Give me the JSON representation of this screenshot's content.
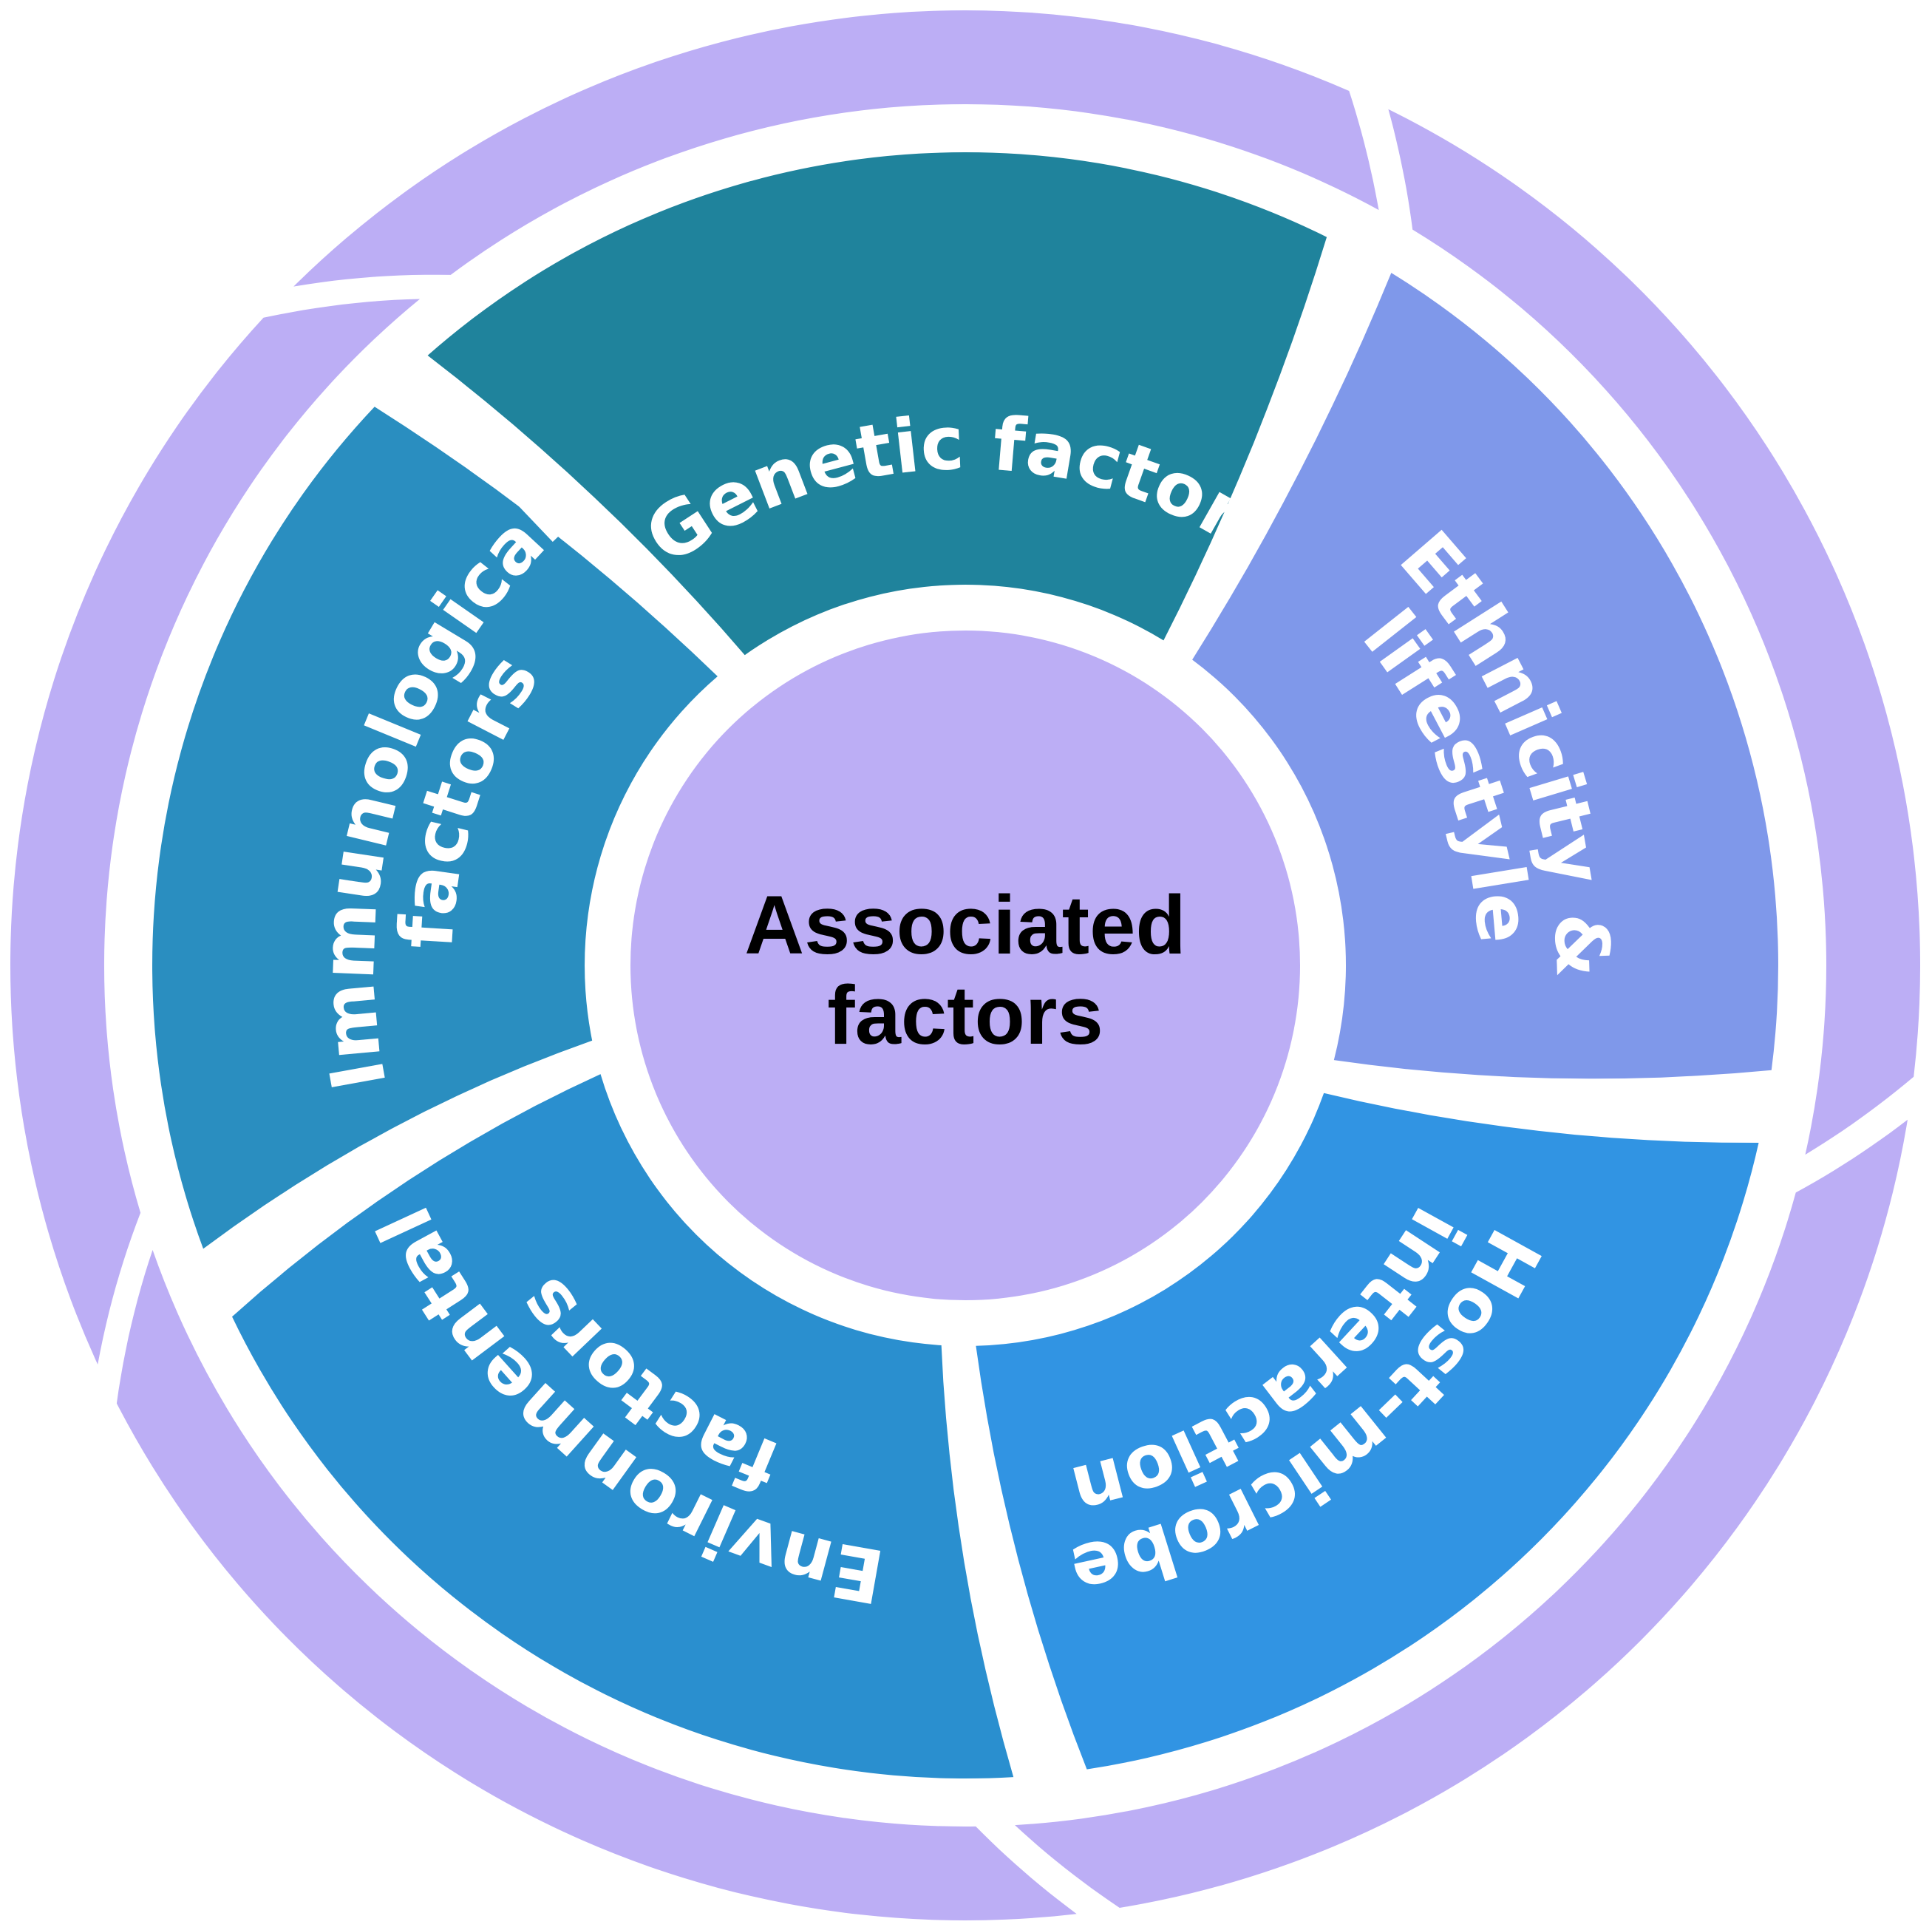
{
  "center": {
    "line1": "Associated",
    "line2": "factors",
    "color": "#bcaef5"
  },
  "ring_color": "#bcaef5",
  "segments": [
    {
      "id": "genetic",
      "lines": [
        "Genetic factors"
      ],
      "color": "#1f839c"
    },
    {
      "id": "ethnicity",
      "lines": [
        "Ethnicity &",
        "lifestyle"
      ],
      "color": "#7f98ea"
    },
    {
      "id": "host-microbe",
      "lines": [
        "Host-microbe",
        "interaction"
      ],
      "color": "#3194e3"
    },
    {
      "id": "environmental",
      "lines": [
        "Environmental",
        "factors"
      ],
      "color": "#2a8fcf"
    },
    {
      "id": "immunological",
      "lines": [
        "Immunological",
        "factors"
      ],
      "color": "#2a8ec0"
    }
  ]
}
